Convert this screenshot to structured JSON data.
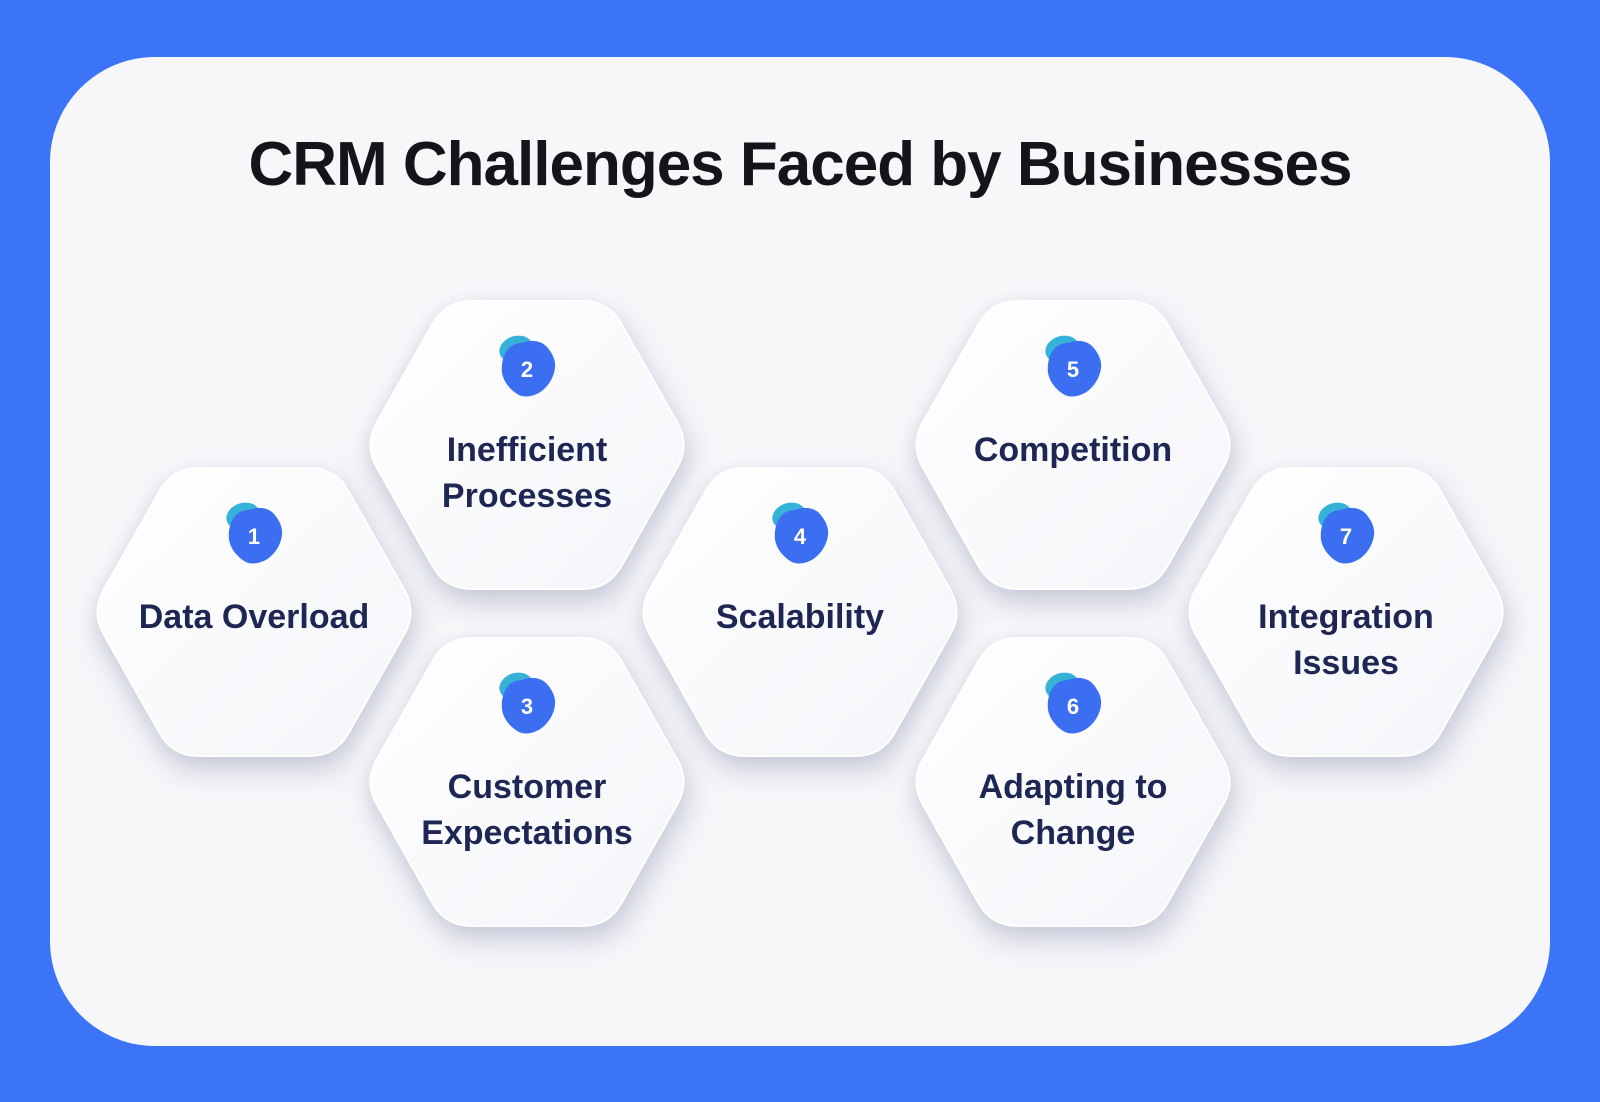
{
  "title": "CRM Challenges Faced by Businesses",
  "items": [
    {
      "number": "1",
      "label": "Data Overload"
    },
    {
      "number": "2",
      "label": "Inefficient Processes"
    },
    {
      "number": "3",
      "label": "Customer Expectations"
    },
    {
      "number": "4",
      "label": "Scalability"
    },
    {
      "number": "5",
      "label": "Competition"
    },
    {
      "number": "6",
      "label": "Adapting to Change"
    },
    {
      "number": "7",
      "label": "Integration Issues"
    }
  ],
  "colors": {
    "frame_bg": "#3b74f6",
    "card_bg": "#f7f7fa",
    "hex_fill_light": "#ffffff",
    "hex_fill_dark": "#f4f5f9",
    "badge_blue": "#3c6ef1",
    "badge_teal": "#34b2d7",
    "badge_number_white": "#ffffff",
    "label_navy": "#1e2753",
    "title_black": "#141419"
  }
}
